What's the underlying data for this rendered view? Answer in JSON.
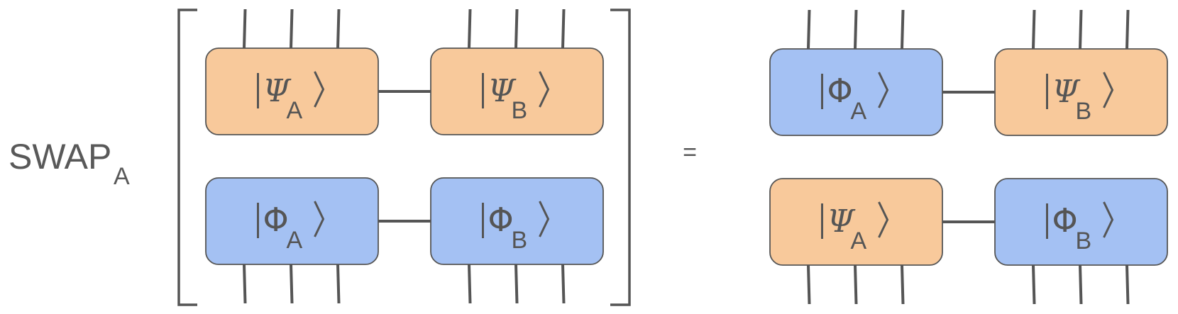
{
  "operator": {
    "name": "SWAP",
    "subscript": "A"
  },
  "equals": "=",
  "colors": {
    "psi": "#f8c99b",
    "phi": "#a4c1f3",
    "stroke": "#555555",
    "text": "#595959"
  },
  "left_side": {
    "rows": [
      [
        {
          "symbol": "Ψ",
          "subscript": "A",
          "kind": "psi"
        },
        {
          "symbol": "Ψ",
          "subscript": "B",
          "kind": "psi"
        }
      ],
      [
        {
          "symbol": "Φ",
          "subscript": "A",
          "kind": "phi"
        },
        {
          "symbol": "Φ",
          "subscript": "B",
          "kind": "phi"
        }
      ]
    ]
  },
  "right_side": {
    "rows": [
      [
        {
          "symbol": "Φ",
          "subscript": "A",
          "kind": "phi"
        },
        {
          "symbol": "Ψ",
          "subscript": "B",
          "kind": "psi"
        }
      ],
      [
        {
          "symbol": "Ψ",
          "subscript": "A",
          "kind": "psi"
        },
        {
          "symbol": "Φ",
          "subscript": "B",
          "kind": "phi"
        }
      ]
    ]
  }
}
